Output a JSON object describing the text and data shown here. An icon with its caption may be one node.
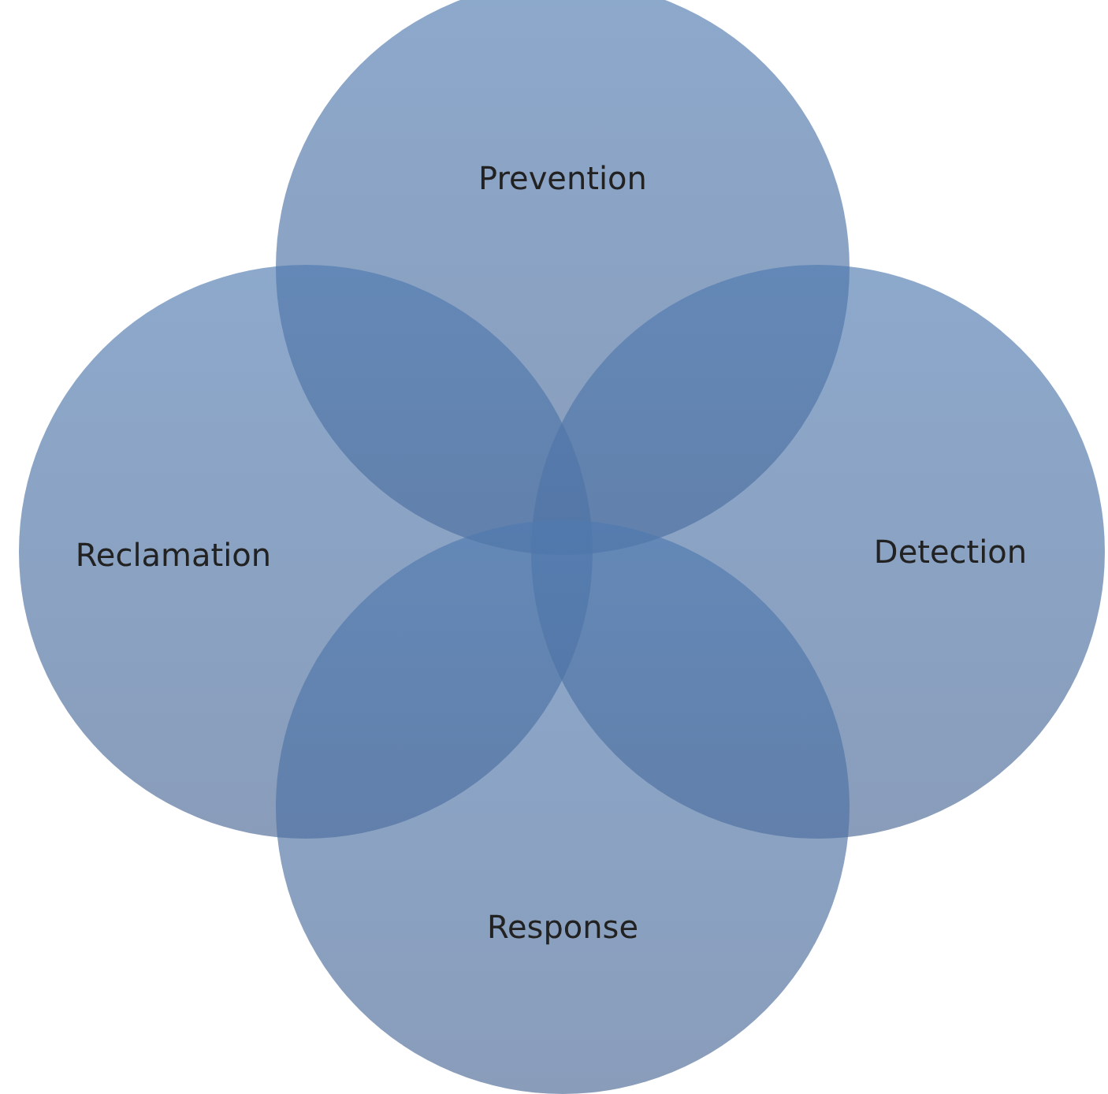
{
  "diagram": {
    "nodes": [
      {
        "text": [
          "Prevention"
        ]
      },
      {
        "text": [
          "Reclamation"
        ]
      },
      {
        "text": [
          "Detection"
        ]
      },
      {
        "text": [
          "Response"
        ]
      }
    ]
  }
}
